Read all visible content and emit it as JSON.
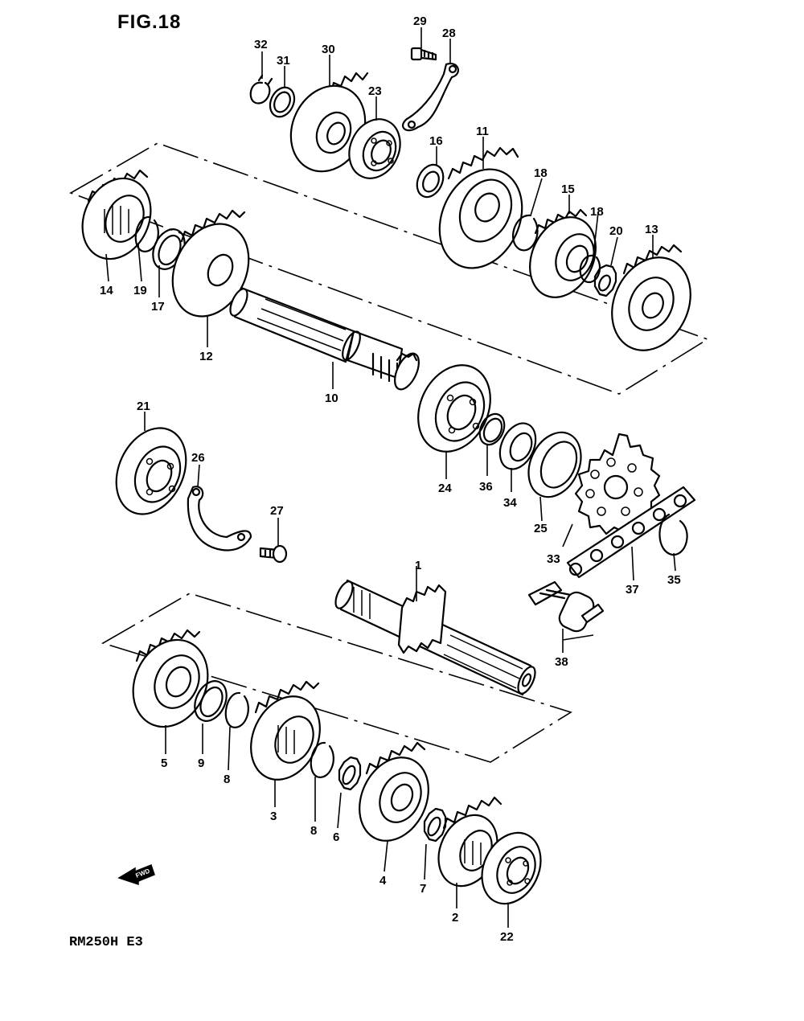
{
  "figure": {
    "title": "FIG.18",
    "model_code": "RM250H E3",
    "direction_label": "FWD"
  },
  "parts": [
    {
      "ref": "1",
      "icon": "countershaft-icon"
    },
    {
      "ref": "2",
      "icon": "gear-icon"
    },
    {
      "ref": "3",
      "icon": "gear-icon"
    },
    {
      "ref": "4",
      "icon": "gear-icon"
    },
    {
      "ref": "5",
      "icon": "gear-icon"
    },
    {
      "ref": "6",
      "icon": "washer-icon"
    },
    {
      "ref": "7",
      "icon": "washer-icon"
    },
    {
      "ref": "8",
      "icon": "circlip-icon"
    },
    {
      "ref": "9",
      "icon": "washer-icon"
    },
    {
      "ref": "10",
      "icon": "driveshaft-icon"
    },
    {
      "ref": "11",
      "icon": "gear-icon"
    },
    {
      "ref": "12",
      "icon": "gear-icon"
    },
    {
      "ref": "13",
      "icon": "gear-icon"
    },
    {
      "ref": "14",
      "icon": "gear-icon"
    },
    {
      "ref": "15",
      "icon": "gear-icon"
    },
    {
      "ref": "16",
      "icon": "washer-icon"
    },
    {
      "ref": "17",
      "icon": "washer-icon"
    },
    {
      "ref": "18",
      "icon": "circlip-icon"
    },
    {
      "ref": "19",
      "icon": "circlip-icon"
    },
    {
      "ref": "20",
      "icon": "washer-icon"
    },
    {
      "ref": "21",
      "icon": "bearing-icon"
    },
    {
      "ref": "22",
      "icon": "bearing-icon"
    },
    {
      "ref": "23",
      "icon": "bearing-icon"
    },
    {
      "ref": "24",
      "icon": "bearing-icon"
    },
    {
      "ref": "25",
      "icon": "oil-seal-icon"
    },
    {
      "ref": "26",
      "icon": "retainer-icon"
    },
    {
      "ref": "27",
      "icon": "screw-icon"
    },
    {
      "ref": "28",
      "icon": "retainer-icon"
    },
    {
      "ref": "29",
      "icon": "screw-icon"
    },
    {
      "ref": "30",
      "icon": "gear-icon"
    },
    {
      "ref": "31",
      "icon": "washer-icon"
    },
    {
      "ref": "32",
      "icon": "circlip-icon"
    },
    {
      "ref": "33",
      "icon": "sprocket-icon"
    },
    {
      "ref": "34",
      "icon": "spacer-icon"
    },
    {
      "ref": "35",
      "icon": "circlip-icon"
    },
    {
      "ref": "36",
      "icon": "o-ring-icon"
    },
    {
      "ref": "37",
      "icon": "chain-icon"
    },
    {
      "ref": "38",
      "icon": "chain-joint-icon"
    }
  ]
}
